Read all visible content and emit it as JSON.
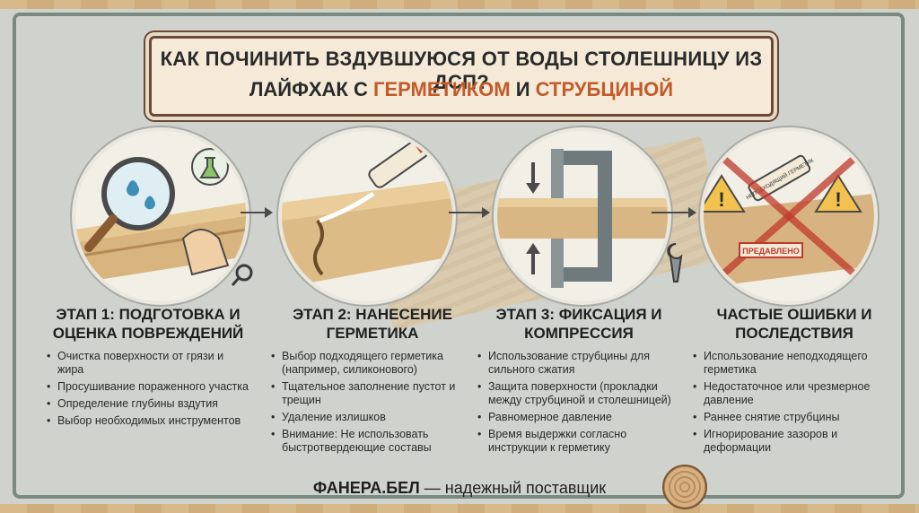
{
  "title": {
    "line1": "КАК ПОЧИНИТЬ ВЗДУВШУЮСЯ ОТ ВОДЫ СТОЛЕШНИЦУ ИЗ ДСП?",
    "line2_prefix": "ЛАЙФХАК С ",
    "line2_accent1": "ГЕРМЕТИКОМ",
    "line2_mid": " И ",
    "line2_accent2": "СТРУБЦИНОЙ"
  },
  "stages": [
    {
      "heading": "ЭТАП 1: ПОДГОТОВКА И ОЦЕНКА ПОВРЕЖДЕНИЙ",
      "items": [
        "Очистка поверхности от грязи и жира",
        "Просушивание пораженного участка",
        "Определение глубины вздутия",
        "Выбор необходимых инструментов"
      ]
    },
    {
      "heading": "ЭТАП 2: НАНЕСЕНИЕ ГЕРМЕТИКА",
      "items": [
        "Выбор подходящего герметика (например, силиконового)",
        "Тщательное заполнение пустот и трещин",
        "Удаление излишков",
        "Внимание: Не использовать быстротвердеющие составы"
      ]
    },
    {
      "heading": "ЭТАП 3: ФИКСАЦИЯ И КОМПРЕССИЯ",
      "items": [
        "Использование струбцины для сильного сжатия",
        "Защита поверхности (прокладки между струбциной и столешницей)",
        "Равномерное давление",
        "Время выдержки согласно инструкции к герметику"
      ]
    },
    {
      "heading": "ЧАСТЫЕ ОШИБКИ И ПОСЛЕДСТВИЯ",
      "items": [
        "Использование неподходящего герметика",
        "Недостаточное или чрезмерное давление",
        "Раннее снятие струбцины",
        "Игнорирование зазоров и деформации"
      ]
    }
  ],
  "illustration_labels": {
    "tube_label": "НЕПОДХОДЯЩИЙ ГЕРМЕТИК",
    "stamp": "ПРЕДАВЛЕНО"
  },
  "footer": {
    "brand": "ФАНЕРА.БЕЛ",
    "tagline": " — надежный поставщик"
  },
  "colors": {
    "accent": "#c25a2a",
    "frame": "#7a8a80",
    "title_bg": "#f4ead7"
  }
}
